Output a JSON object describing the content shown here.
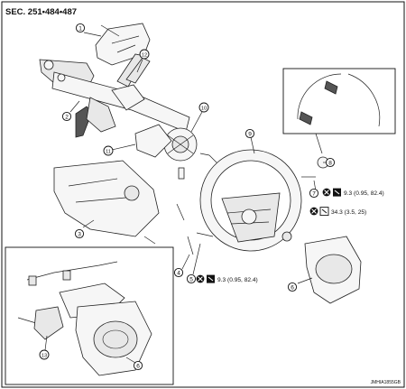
{
  "header": {
    "section_ref": "SEC. 251•484•487"
  },
  "callouts": {
    "c1": "1",
    "c2": "2",
    "c3": "3",
    "c4": "4",
    "c5": "5",
    "c6a": "6",
    "c6b": "6",
    "c7": "7",
    "c8": "8",
    "c9": "9",
    "c10": "10",
    "c11": "11",
    "c12": "12",
    "c13": "13"
  },
  "torque_specs": {
    "spec_7": "9.3 (0.95, 82.4)",
    "spec_5": "9.3 (0.95, 82.4)",
    "spec_nut": "34.3 (3.5, 25)"
  },
  "footer": {
    "figure_id": "JMHIA1855GB"
  }
}
